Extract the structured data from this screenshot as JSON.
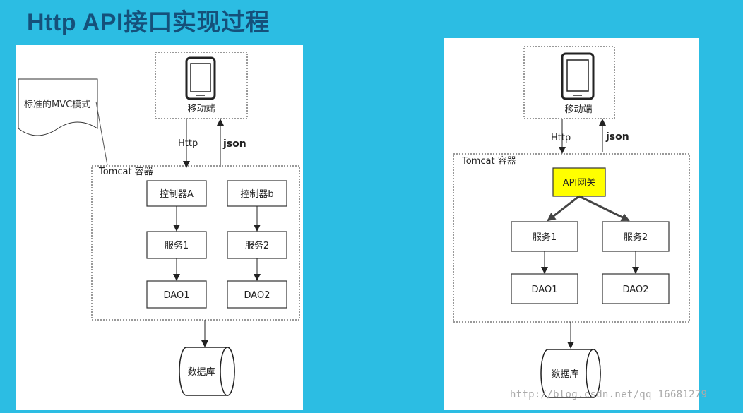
{
  "page": {
    "title": "Http API接口实现过程",
    "watermark": "http://blog.csdn.net/qq_16681279"
  },
  "left_diagram": {
    "note": "标准的MVC模式",
    "mobile_label": "移动端",
    "request_label": "Http",
    "response_label": "json",
    "container_label": "Tomcat 容器",
    "controller_a": "控制器A",
    "controller_b": "控制器b",
    "service_1": "服务1",
    "service_2": "服务2",
    "dao_1": "DAO1",
    "dao_2": "DAO2",
    "database": "数据库"
  },
  "right_diagram": {
    "mobile_label": "移动端",
    "request_label": "Http",
    "response_label": "json",
    "container_label": "Tomcat 容器",
    "gateway": "API网关",
    "service_1": "服务1",
    "service_2": "服务2",
    "dao_1": "DAO1",
    "dao_2": "DAO2",
    "database": "数据库"
  },
  "colors": {
    "background": "#2cbde3",
    "title": "#15507a",
    "gateway_fill": "#ffff00",
    "arrow_gray": "#444444"
  }
}
